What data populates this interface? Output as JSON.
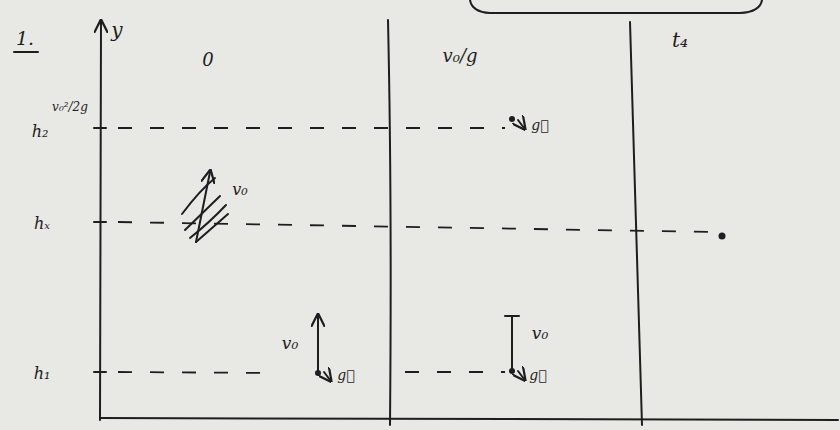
{
  "diagram": {
    "labels": [
      "1.",
      "y",
      "0",
      "v₀/g",
      "t₄",
      "h₂",
      "v₀²/2g",
      "hₓ",
      "v₀",
      "h₁",
      "v₀",
      "g⃗",
      "g⃗",
      "v₀",
      "g⃗"
    ]
  }
}
